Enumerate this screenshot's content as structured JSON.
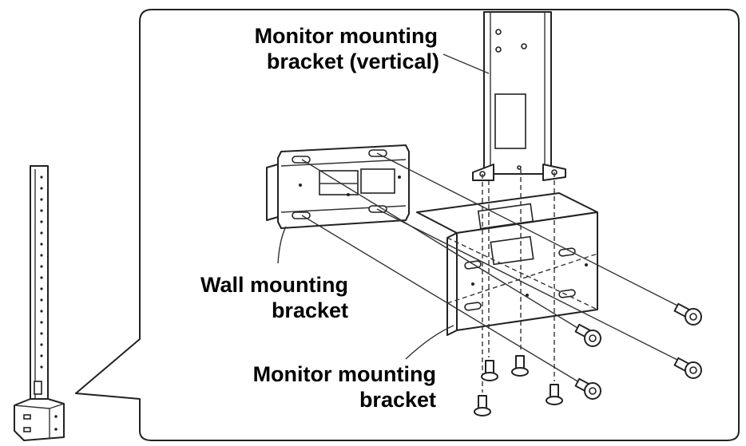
{
  "labels": {
    "vertical_bracket_line1": "Monitor mounting",
    "vertical_bracket_line2": "bracket (vertical)",
    "wall_bracket_line1": "Wall mounting",
    "wall_bracket_line2": "bracket",
    "monitor_bracket_line1": "Monitor mounting",
    "monitor_bracket_line2": "bracket"
  },
  "colors": {
    "line": "#222222",
    "background": "#ffffff"
  }
}
